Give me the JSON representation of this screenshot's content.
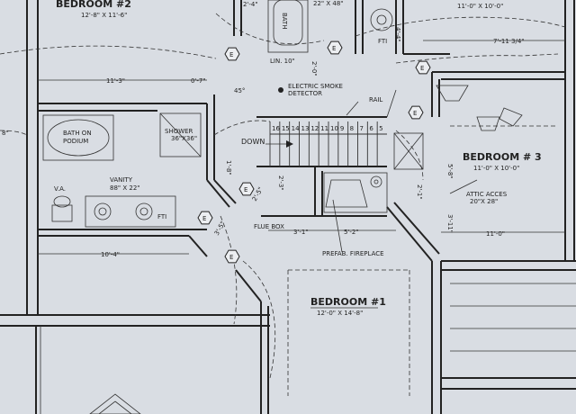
{
  "rooms": {
    "bedroom2": {
      "name": "BEDROOM #2",
      "size": "12'-8\" X 11'-6\""
    },
    "bedroom3": {
      "name": "BEDROOM # 3",
      "size": "11'-0\" X 10'-0\""
    },
    "bedroom1": {
      "name": "BEDROOM #1",
      "size": "12'-0\" X 14'-8\""
    },
    "bedroom_top_right_size": "11'-0\" X 10'-0\""
  },
  "labels": {
    "bath_on_podium": [
      "BATH ON",
      "PODIUM"
    ],
    "shower": [
      "SHOWER",
      "36\"X36\""
    ],
    "vanity": [
      "VANITY",
      "88\" X 22\""
    ],
    "va": "V.A.",
    "fti_left": "FTI",
    "fti_top": "FTI",
    "lin": "LIN. 10\"",
    "smoke": [
      "ELECTRIC SMOKE",
      "DETECTOR"
    ],
    "rail": "RAIL",
    "down": "DOWN",
    "attic": [
      "ATTIC ACCES",
      "20\"X 28\""
    ],
    "flue": "FLUE BOX",
    "fireplace": "PREFAB. FIREPLACE",
    "bath_top": "BATH",
    "tub_size": "22\" X 48\""
  },
  "dimensions": {
    "d_11_3": "11'-3\"",
    "d_0_7": "0'-7\"",
    "d_45": "45°",
    "d_10_4": "10'-4\"",
    "d_2_4": "2'-4\"",
    "d_4_4": "4'-4\"",
    "d_7_11": "7'-11 3/4\"",
    "d_5_8": "5'-8\"",
    "d_2_1": "2'-1\"",
    "d_3_11": "3'-11\"",
    "d_11_0": "11'-0\"",
    "d_3_1": "3'-1\"",
    "d_5_2": "5'-2\"",
    "d_8_left": "8\"",
    "d_2_5": "2'-5\"",
    "d_3_5": "3'-5\"",
    "d_2_0": "2'-0\"",
    "d_1_8": "1'-8\"",
    "d_2_3": "2'-3\""
  },
  "stair_numbers": [
    "16",
    "15",
    "14",
    "13",
    "12",
    "11",
    "10",
    "9",
    "8",
    "7",
    "6",
    "5"
  ],
  "symbols": {
    "electrical_outlet": "E"
  },
  "colors": {
    "paper": "#d9dde3",
    "ink": "#222222"
  }
}
